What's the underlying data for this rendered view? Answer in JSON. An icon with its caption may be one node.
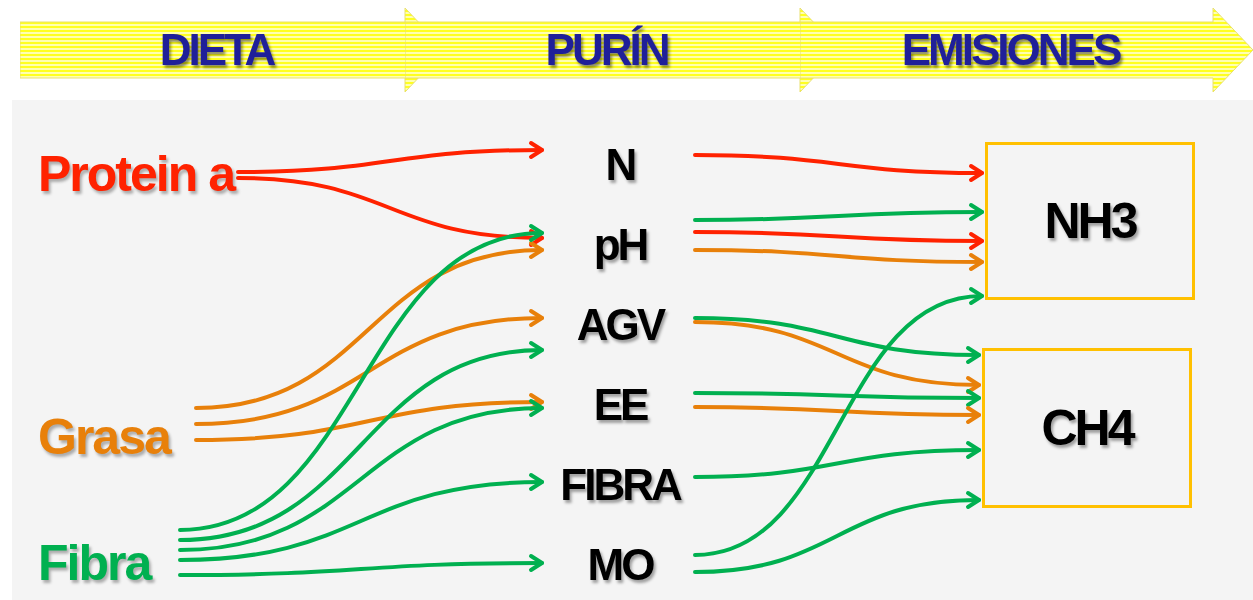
{
  "diagram": {
    "nodes": [
      {
        "text": [
          "DIETA"
        ]
      },
      {
        "text": [
          "PURÍN"
        ]
      },
      {
        "text": [
          "EMISIONES"
        ]
      },
      {
        "text": [
          "Protein a"
        ]
      },
      {
        "text": [
          "Grasa"
        ]
      },
      {
        "text": [
          "Fibra"
        ]
      },
      {
        "text": [
          "N"
        ]
      },
      {
        "text": [
          "pH"
        ]
      },
      {
        "text": [
          "AGV"
        ]
      },
      {
        "text": [
          "EE"
        ]
      },
      {
        "text": [
          "FIBRA"
        ]
      },
      {
        "text": [
          "MO"
        ]
      },
      {
        "text": [
          "NH3"
        ]
      },
      {
        "text": [
          "CH4"
        ]
      }
    ],
    "edges": [
      {
        "from": 3,
        "to": 6,
        "arrow": "to",
        "color": "#ff2200"
      },
      {
        "from": 3,
        "to": 7,
        "arrow": "to",
        "color": "#ff2200"
      },
      {
        "from": 4,
        "to": 7,
        "arrow": "to",
        "color": "#e8800a"
      },
      {
        "from": 4,
        "to": 8,
        "arrow": "to",
        "color": "#e8800a"
      },
      {
        "from": 4,
        "to": 9,
        "arrow": "to",
        "color": "#e8800a"
      },
      {
        "from": 5,
        "to": 7,
        "arrow": "to"
      },
      {
        "from": 5,
        "to": 8,
        "arrow": "to"
      },
      {
        "from": 5,
        "to": 9,
        "arrow": "to"
      },
      {
        "from": 5,
        "to": 10,
        "arrow": "to"
      },
      {
        "from": 5,
        "to": 11,
        "arrow": "to"
      },
      {
        "from": 6,
        "to": 12,
        "arrow": "to",
        "color": "#ff2200"
      },
      {
        "from": 7,
        "to": 12,
        "arrow": "to"
      },
      {
        "from": 7,
        "to": 12,
        "arrow": "to",
        "color": "#ff2200"
      },
      {
        "from": 7,
        "to": 12,
        "arrow": "to",
        "color": "#e8800a"
      },
      {
        "from": 8,
        "to": 13,
        "arrow": "to"
      },
      {
        "from": 8,
        "to": 13,
        "arrow": "to",
        "color": "#e8800a"
      },
      {
        "from": 9,
        "to": 13,
        "arrow": "to"
      },
      {
        "from": 9,
        "to": 13,
        "arrow": "to",
        "color": "#e8800a"
      },
      {
        "from": 10,
        "to": 13,
        "arrow": "to"
      },
      {
        "from": 11,
        "to": 12,
        "arrow": "to"
      },
      {
        "from": 11,
        "to": 13,
        "arrow": "to"
      }
    ]
  }
}
